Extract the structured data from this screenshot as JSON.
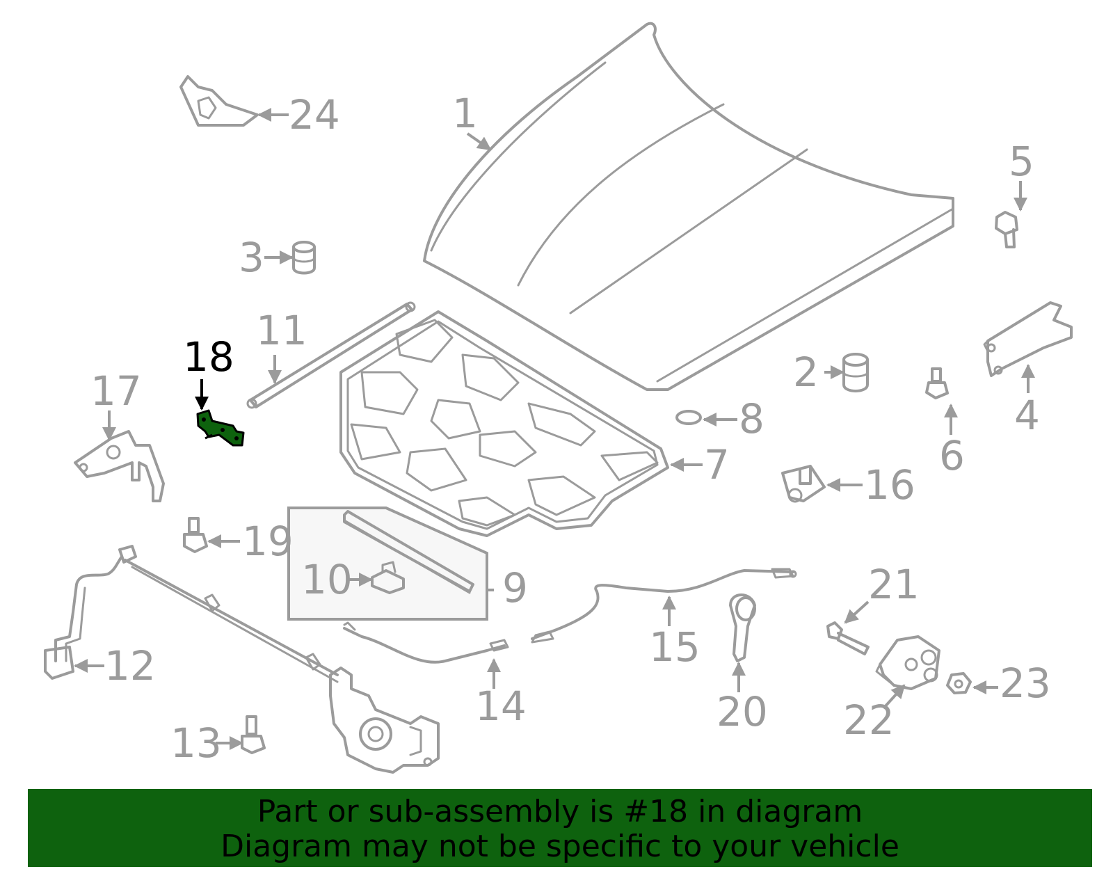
{
  "diagram": {
    "highlight_color": "#0e620e",
    "part_color": "#9b9b9b",
    "highlighted_part": "18",
    "callouts": [
      "1",
      "2",
      "3",
      "4",
      "5",
      "6",
      "7",
      "8",
      "9",
      "10",
      "11",
      "12",
      "13",
      "14",
      "15",
      "16",
      "17",
      "18",
      "19",
      "20",
      "21",
      "22",
      "23",
      "24"
    ]
  },
  "banner": {
    "line1": "Part or sub-assembly is #18 in diagram",
    "line2": "Diagram may not be specific to your vehicle",
    "background": "#0e620e"
  }
}
